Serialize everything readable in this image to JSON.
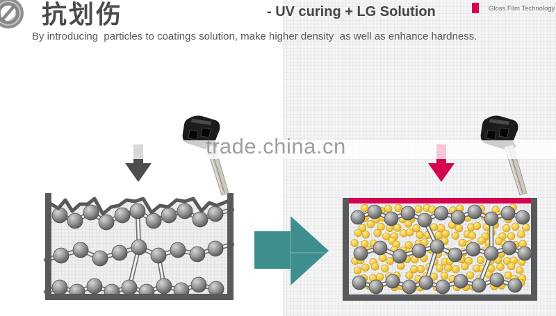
{
  "slide": {
    "title": "抗划伤",
    "subtitle_right": "- UV curing + LG Solution",
    "legend_label": "Gloss Film Technology",
    "description": "By introducing  particles to coatings solution, make higher density  as well as enhance hardness.",
    "watermark": "trade.china.cn"
  },
  "icons": {
    "title_icon": "no-scratch-icon",
    "left_pressure_arrow": "down-arrow-icon",
    "right_pressure_arrow": "down-arrow-icon",
    "transition_arrow": "right-arrow-icon",
    "left_key": "key-icon",
    "right_key": "key-icon"
  },
  "colors": {
    "accent_magenta": "#d4024f",
    "teal_arrow": "#3f8e8e",
    "container_gray": "#58595b",
    "dark_arrow_gray": "#4d4d4f",
    "particle_yellow": "#f2c636",
    "particle_gray": "#7a7a7a"
  }
}
